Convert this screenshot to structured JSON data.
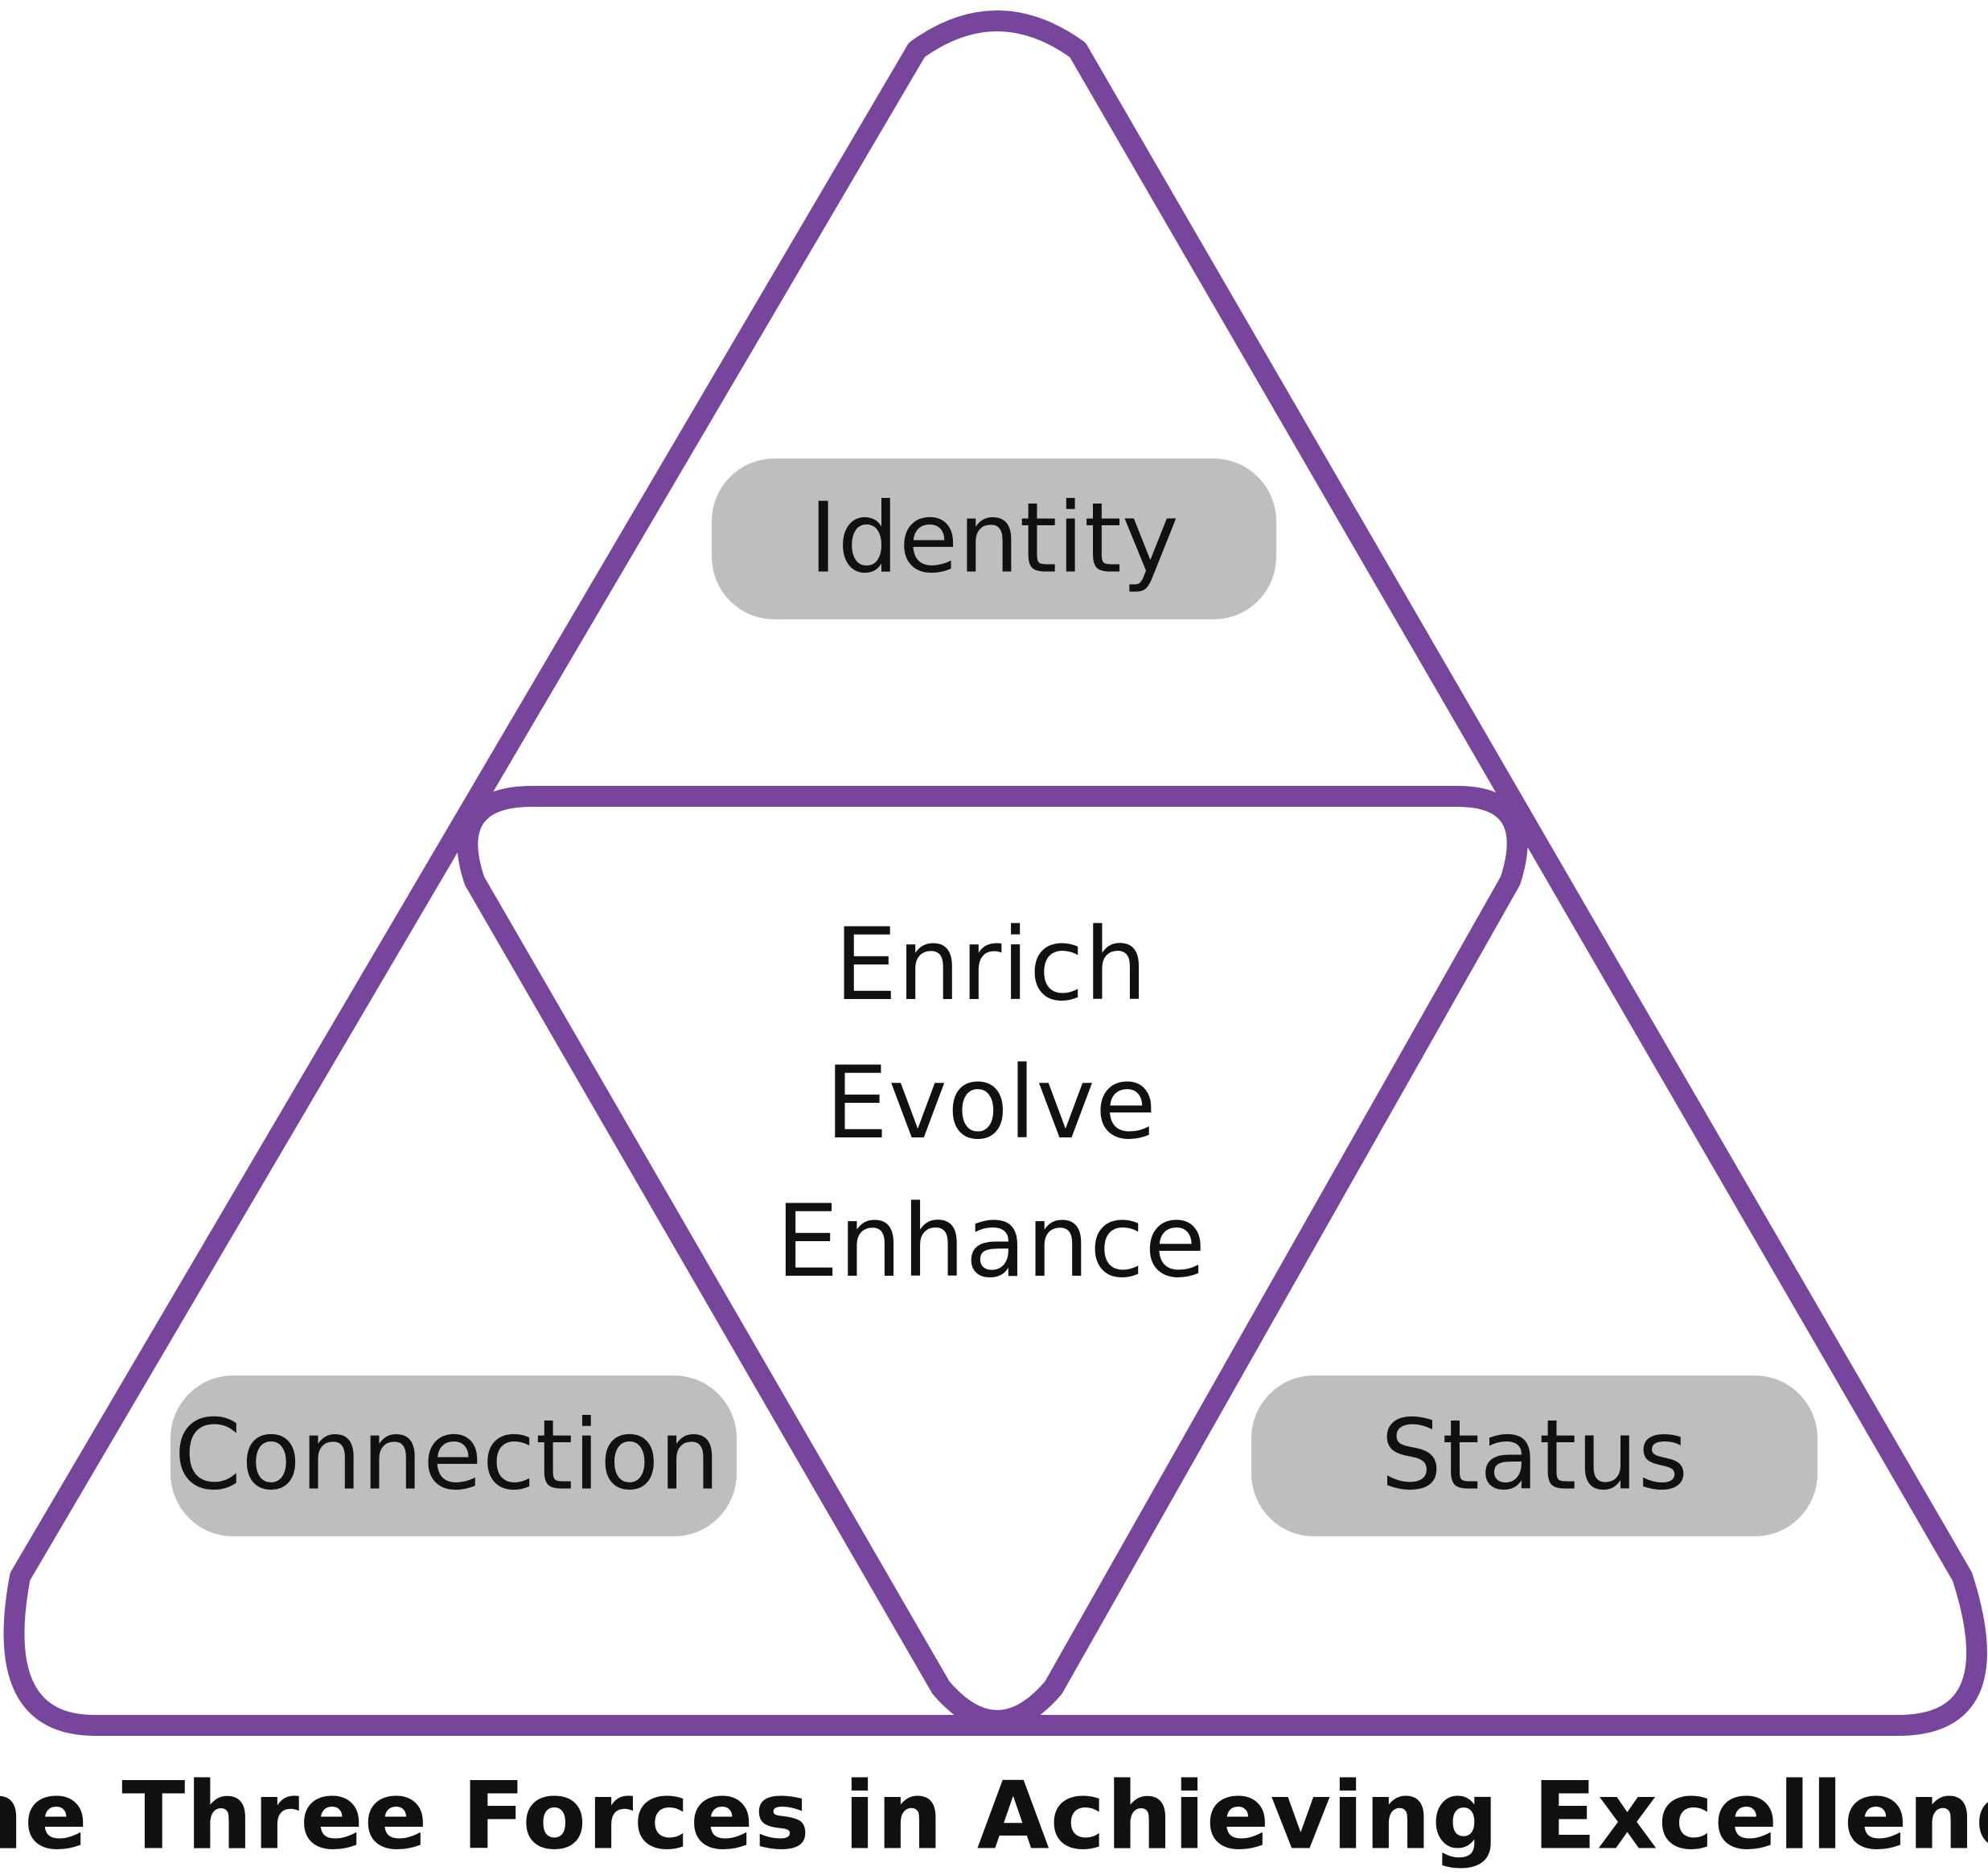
{
  "title": "The Three Forces in Achieving Excellence",
  "forces": {
    "top": "Identity",
    "bottom_left": "Connection",
    "bottom_right": "Status"
  },
  "center_words": [
    "Enrich",
    "Evolve",
    "Enhance"
  ],
  "colors": {
    "outline": "#77459b",
    "label_fill": "#bebebe",
    "text": "#111111",
    "background": "#ffffff"
  }
}
